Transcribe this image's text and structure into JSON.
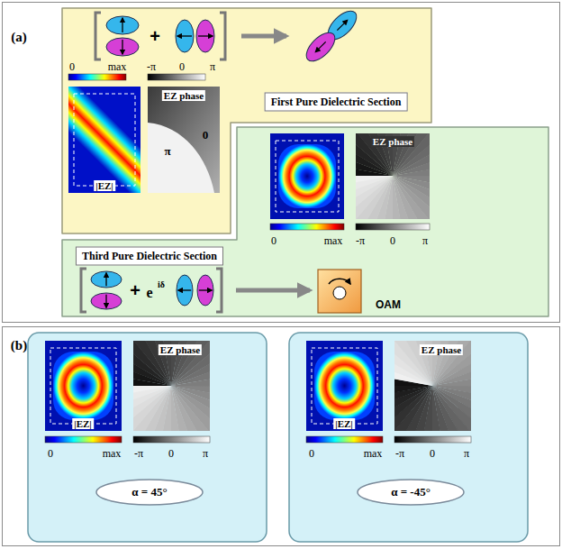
{
  "diagram": {
    "nodes": [
      {
        "text": [
          "(a)"
        ]
      },
      {
        "text": [
          "First Pure Dielectric Section"
        ],
        "in": 0
      },
      {
        "text": [
          "Third Pure Dielectric Section"
        ],
        "in": 0
      },
      {
        "text": [
          "OAM"
        ],
        "in": 2
      },
      {
        "text": [
          "(b)"
        ]
      },
      {
        "text": [
          "α = 45°"
        ],
        "in": 4
      },
      {
        "text": [
          "α = -45°"
        ],
        "in": 4
      }
    ],
    "labels": [
      "+",
      "0",
      "max",
      "-π",
      "0",
      "π",
      "|EZ|",
      "EZ phase",
      "π",
      "0",
      "0",
      "max",
      "-π",
      "0",
      "π",
      "EZ phase",
      "+",
      "e",
      "iδ",
      "|EZ|",
      "EZ phase",
      "0",
      "max",
      "-π",
      "0",
      "π",
      "|EZ|",
      "EZ phase",
      "0",
      "max",
      "-π",
      "0",
      "π"
    ]
  }
}
